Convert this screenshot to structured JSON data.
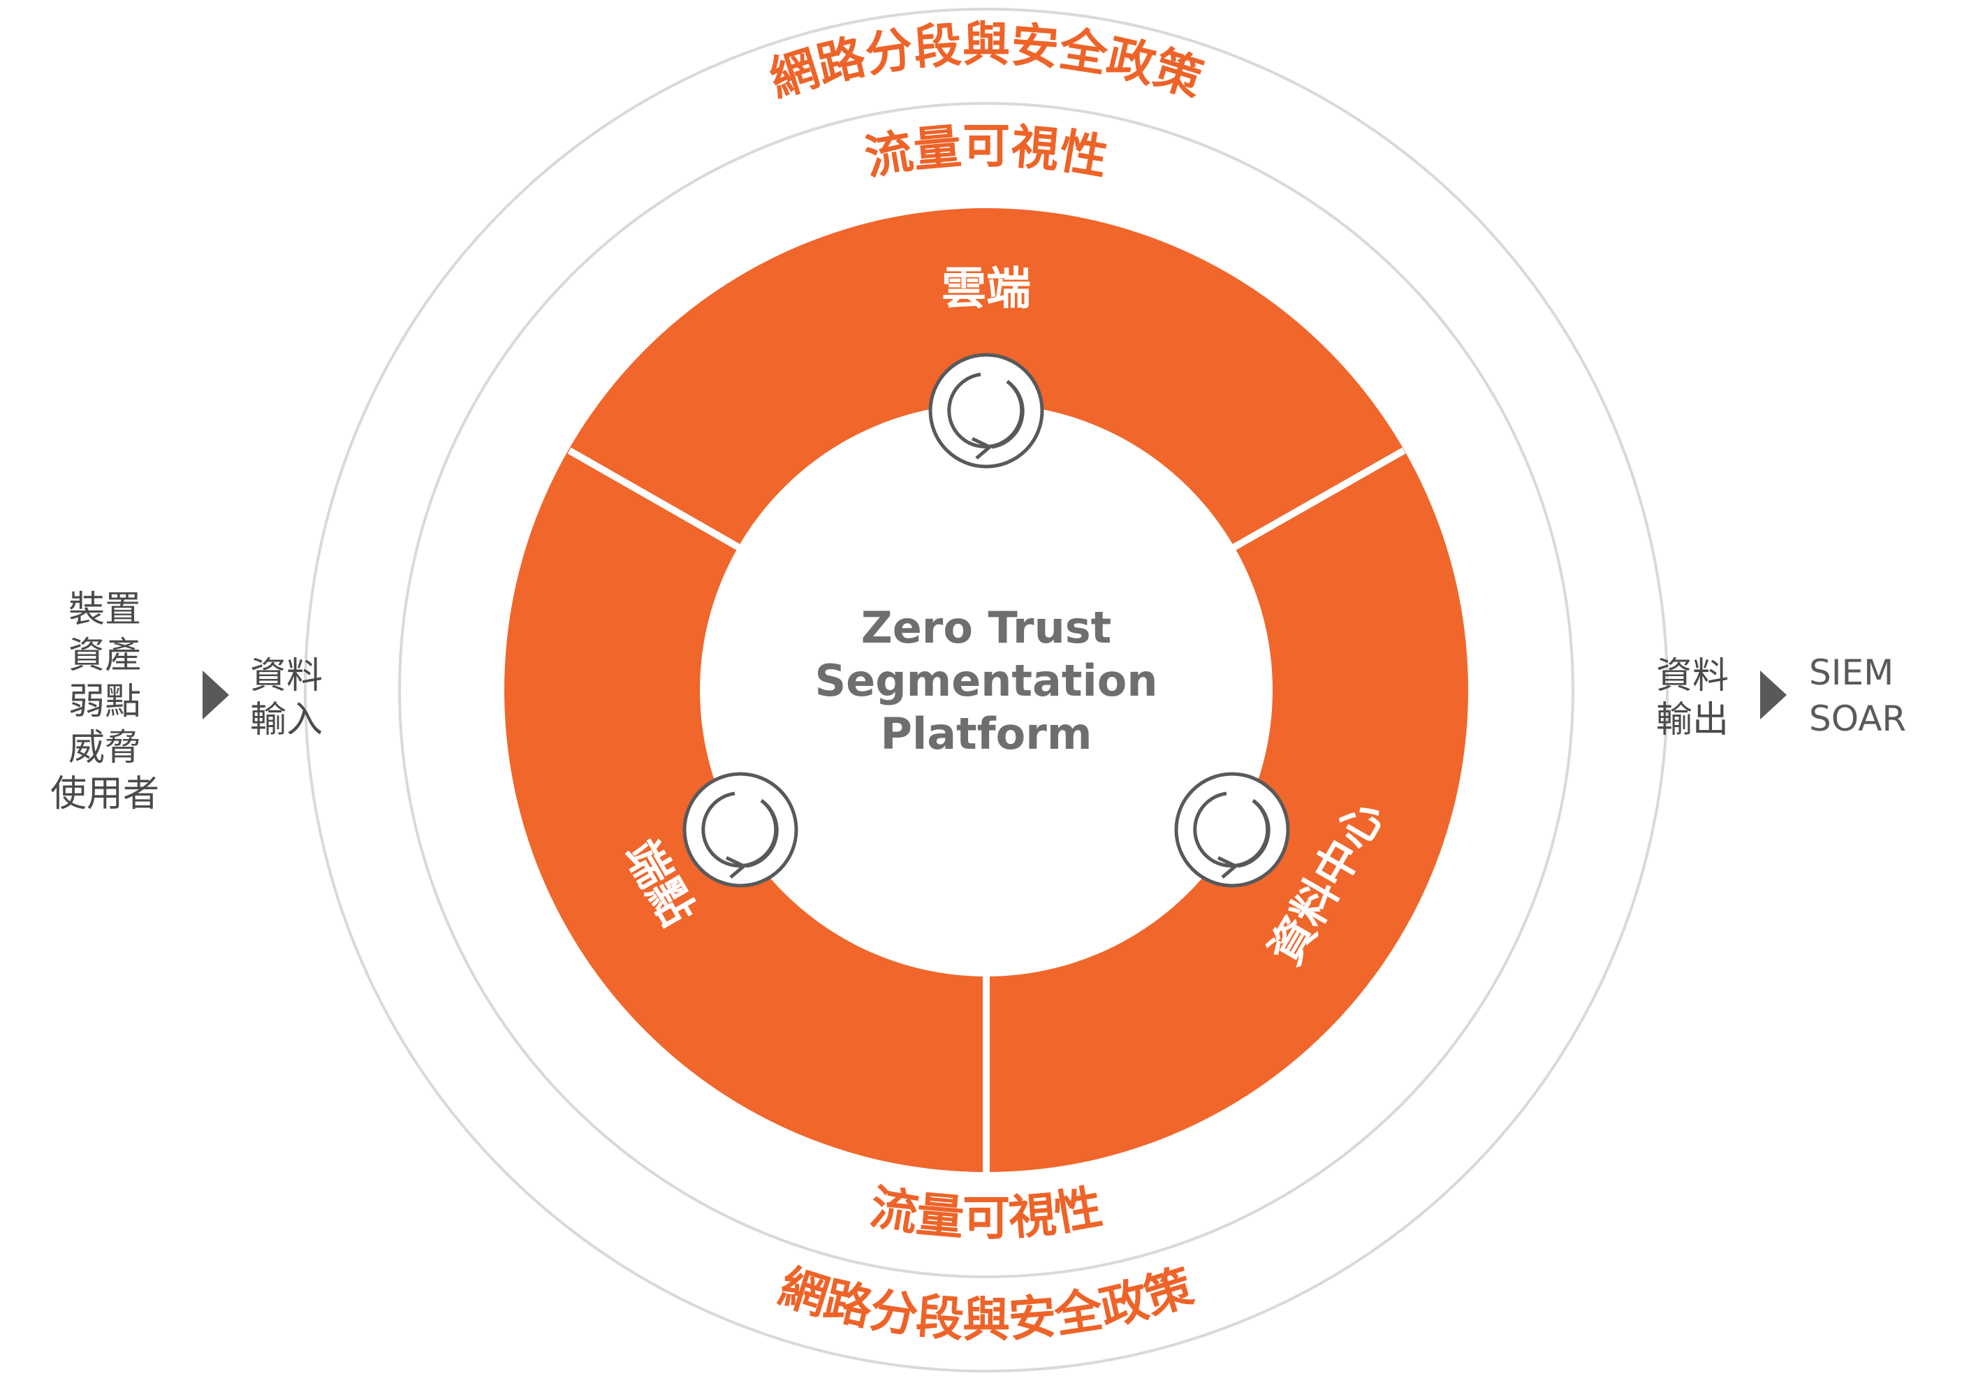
{
  "colors": {
    "accent": "#f0662b",
    "ring_stroke": "#d9d9d9",
    "text_gray": "#4a4a4a",
    "center_text": "#6e6e6e",
    "arrow": "#58595b"
  },
  "outer_ring": {
    "top_label": "網路分段與安全政策",
    "bottom_label": "網路分段與安全政策"
  },
  "middle_ring": {
    "top_label": "流量可視性",
    "bottom_label": "流量可視性"
  },
  "segments": {
    "cloud": "雲端",
    "endpoint": "端點",
    "datacenter": "資料中心"
  },
  "center": {
    "line1": "Zero Trust",
    "line2": "Segmentation",
    "line3": "Platform"
  },
  "inputs": {
    "sources": [
      "裝置",
      "資產",
      "弱點",
      "威脅",
      "使用者"
    ],
    "label_line1": "資料",
    "label_line2": "輸入"
  },
  "outputs": {
    "label_line1": "資料",
    "label_line2": "輸出",
    "targets": [
      "SIEM",
      "SOAR"
    ]
  },
  "icons": {
    "segment_icon": "refresh-cycle-icon",
    "flow_arrow": "triangle-right-icon"
  }
}
